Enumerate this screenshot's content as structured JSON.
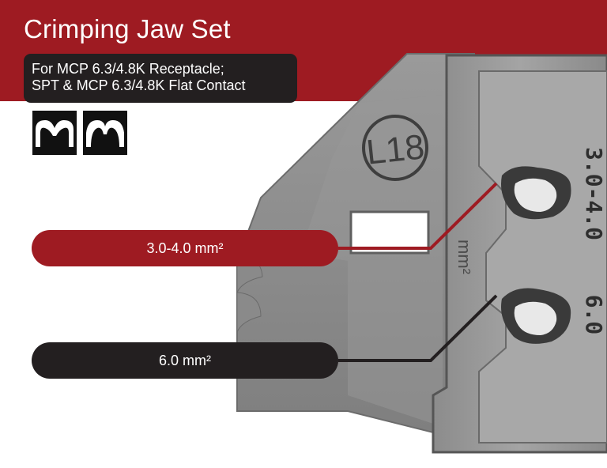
{
  "header": {
    "title": "Crimping Jaw Set",
    "subtitle_line1": "For MCP 6.3/4.8K Receptacle;",
    "subtitle_line2": "SPT & MCP 6.3/4.8K Flat Contact"
  },
  "jaw": {
    "model_mark": "L18",
    "size_mark_top": "3.0-4.0",
    "size_mark_bottom": "6.0",
    "unit_mark": "mm²"
  },
  "callouts": [
    {
      "label": "3.0-4.0 mm²",
      "color": "#9e1b22"
    },
    {
      "label": "6.0 mm²",
      "color": "#231f20"
    }
  ],
  "icons": [
    "crimp-profile-receptacle-icon",
    "crimp-profile-flat-contact-icon"
  ],
  "colors": {
    "brand": "#9e1b22",
    "dark": "#231f20",
    "steel": "#9a9a9a"
  }
}
